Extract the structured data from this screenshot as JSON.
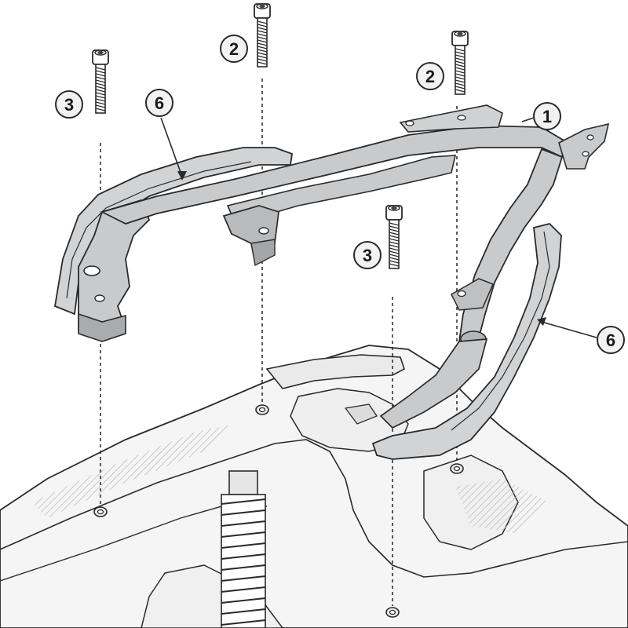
{
  "colors": {
    "stroke": "#2a2a2a",
    "part_fill": "#cfd0d1",
    "part_dark": "#a9abad",
    "chassis_fill": "#f4f4f4",
    "guide": "#333333",
    "callout_bg": "#f2f2f2"
  },
  "callouts": {
    "bolt_left": "3",
    "bolt_center_top": "2",
    "bolt_right_top": "2",
    "bolt_center": "3",
    "main_rack": "1",
    "handle_left": "6",
    "handle_right": "6"
  }
}
